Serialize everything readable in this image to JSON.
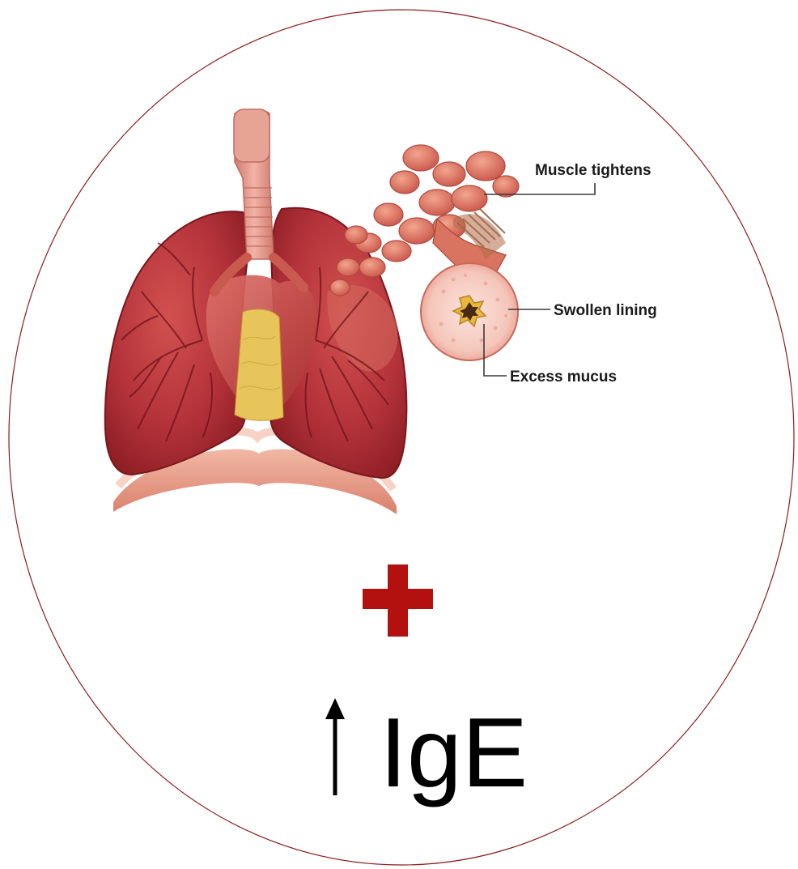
{
  "diagram": {
    "labels": {
      "muscle": "Muscle tightens",
      "lining": "Swollen lining",
      "mucus": "Excess mucus"
    },
    "biomarker": {
      "text": "IgE",
      "direction": "up"
    },
    "connector_symbol": "plus",
    "colors": {
      "circle_border": "#8c1c1c",
      "plus": "#b31010",
      "lung_dark": "#8e1f24",
      "lung_mid": "#b8363a",
      "lung_light": "#d96a62",
      "trachea": "#e49a8e",
      "heart": "#c0483f",
      "mucus_yellow": "#e8c55a",
      "diaphragm": "#e39a82",
      "arrow": "#000000"
    }
  }
}
